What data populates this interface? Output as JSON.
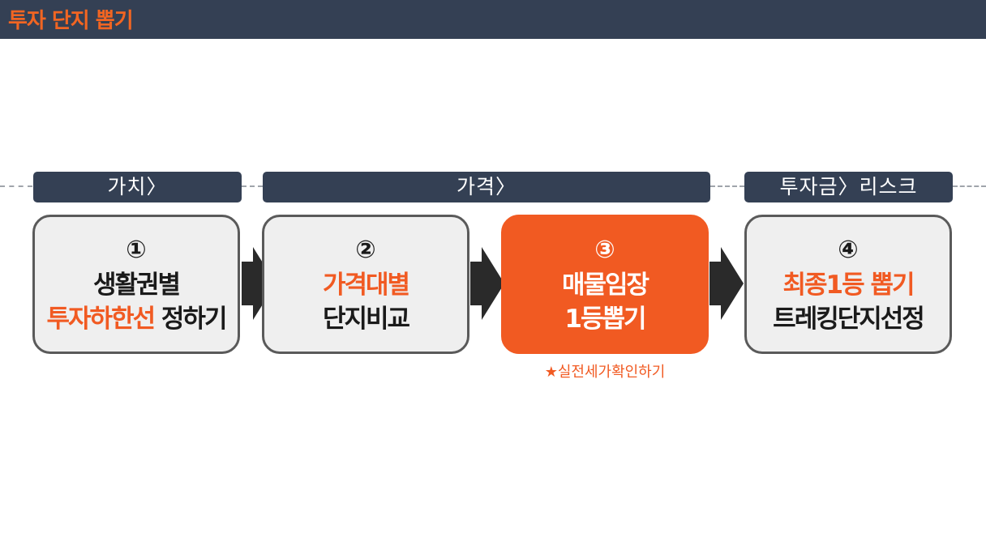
{
  "header": {
    "title": "투자 단지 뽑기"
  },
  "categories": [
    {
      "label": "가치〉"
    },
    {
      "label": "가격〉"
    },
    {
      "label": "투자금〉리스크"
    }
  ],
  "steps": [
    {
      "number": "①",
      "line1": "생활권별",
      "line2_highlight": "투자하한선",
      "line2_rest": " 정하기"
    },
    {
      "number": "②",
      "line1": "가격대별",
      "line2": "단지비교"
    },
    {
      "number": "③",
      "line1": "매물임장",
      "line2": "1등뽑기",
      "note": "★실전세가확인하기"
    },
    {
      "number": "④",
      "line1": "최종1등 뽑기",
      "line2": "트레킹단지선정"
    }
  ],
  "colors": {
    "header_bg": "#344054",
    "accent": "#f15a22",
    "box_bg": "#efefef",
    "box_border": "#5a5a5a",
    "arrow": "#2a2a2a"
  },
  "icons": {
    "connector": "right-arrow-icon"
  }
}
